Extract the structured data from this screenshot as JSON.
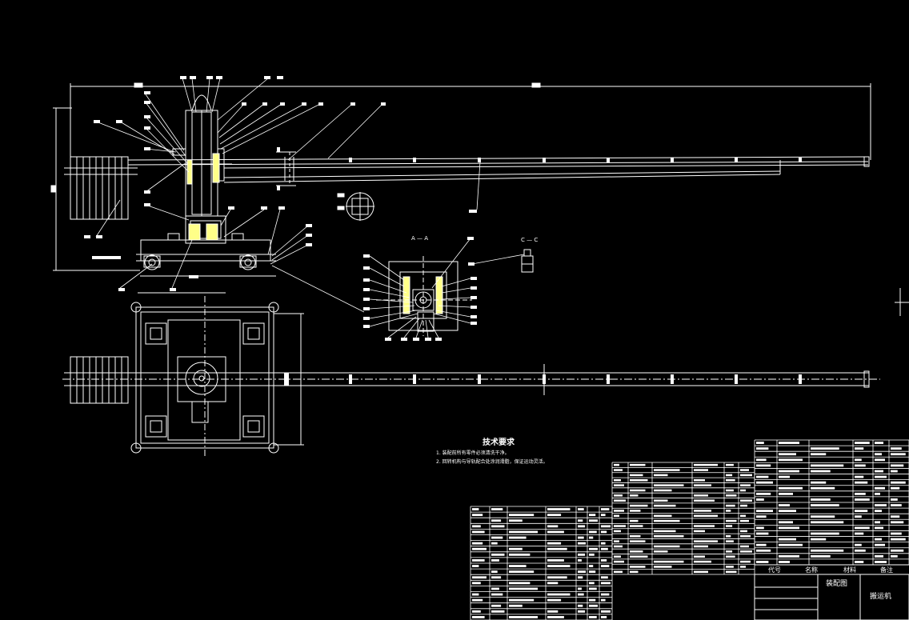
{
  "drawing": {
    "tech_requirements_title": "技术要求",
    "tech_requirements": [
      "1. 装配前所有零件必须清洗干净。",
      "2. 回转机构与导轨配合处涂润滑脂，保证运动灵活。"
    ],
    "section_labels": {
      "a_a": "A — A",
      "c_c": "C — C"
    },
    "title_block": {
      "title": "装配图",
      "name": "搬运机",
      "col_code": "代号",
      "col_name": "名称",
      "col_material": "材料",
      "col_note": "备注"
    }
  },
  "colors": {
    "background": "#000000",
    "line": "#ffffff",
    "highlight": "#ffff66"
  }
}
